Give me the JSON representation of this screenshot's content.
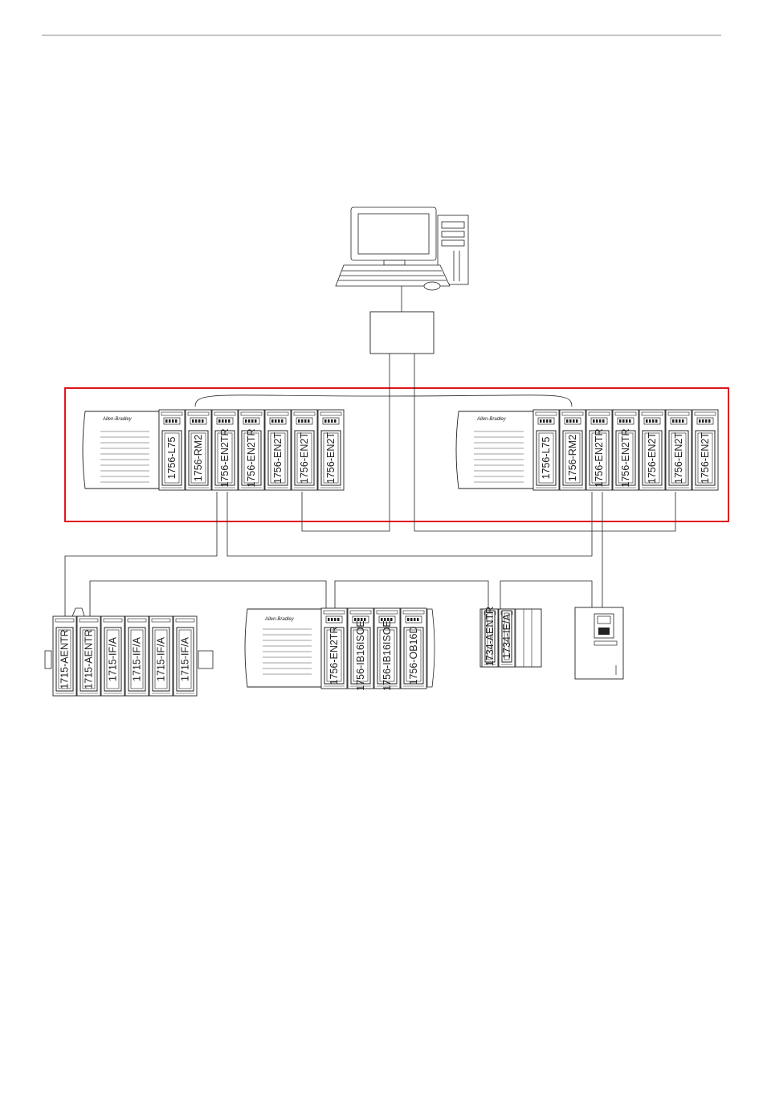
{
  "colors": {
    "redundant_frame": "#e0161e",
    "line": "#222222",
    "rule": "#888888"
  },
  "diagram": {
    "workstation": {
      "icon": "computer-workstation-icon"
    },
    "switch": {
      "icon": "ethernet-switch-icon"
    },
    "primary_chassis": {
      "slots": [
        "1756-L75",
        "1756-RM2",
        "1756-EN2TR",
        "1756-EN2TR",
        "1756-EN2T",
        "1756-EN2T",
        "1756-EN2T"
      ]
    },
    "secondary_chassis": {
      "slots": [
        "1756-L75",
        "1756-RM2",
        "1756-EN2TR",
        "1756-EN2TR",
        "1756-EN2T",
        "1756-EN2T",
        "1756-EN2T"
      ]
    },
    "io_1715": {
      "modules": [
        "1715-AENTR",
        "1715-AENTR",
        "1715-IF/A",
        "1715-IF/A",
        "1715-IF/A",
        "1715-IF/A"
      ]
    },
    "remote_chassis": {
      "modules": [
        "1756-EN2TR",
        "1756-IB16ISOE",
        "1756-IB16ISOE",
        "1756-OB16D"
      ]
    },
    "point_io": {
      "modules": [
        "1734-AENTR",
        "1734-IE/A"
      ]
    },
    "drive": {
      "icon": "powerflex-drive-icon"
    }
  }
}
